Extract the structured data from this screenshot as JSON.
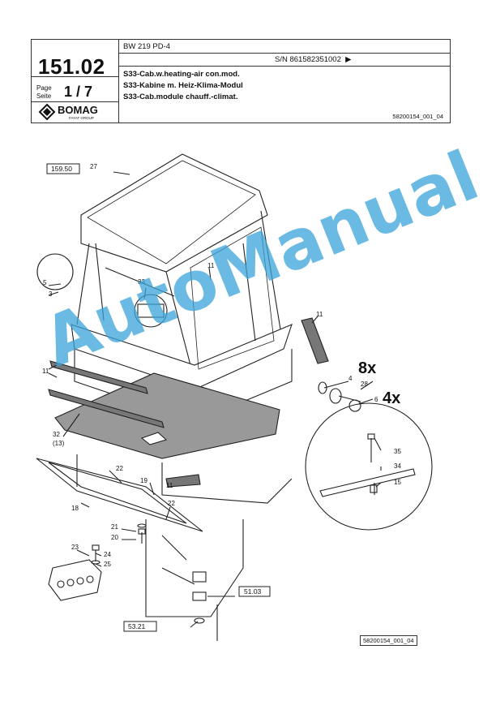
{
  "header": {
    "page_number": "151.02",
    "page_label_en": "Page",
    "page_label_de": "Seite",
    "page_of": "1 / 7",
    "brand": "BOMAG",
    "brand_sub": "FAYAT GROUP",
    "model": "BW 219 PD-4",
    "serial": "S/N 861582351002",
    "title_en": "S33-Cab.w.heating-air con.mod.",
    "title_de": "S33-Kabine m. Heiz-Klima-Modul",
    "title_fr": "S33-Cab.module chauff.-climat.",
    "doc_id": "58200154_001_04"
  },
  "drawing": {
    "ref_boxes": [
      "159.50",
      "51.03",
      "53.21"
    ],
    "callouts": [
      "27",
      "33",
      "11",
      "11",
      "11",
      "11",
      "5",
      "3",
      "4",
      "28",
      "6",
      "32",
      "(13)",
      "22",
      "22",
      "19",
      "18",
      "21",
      "20",
      "23",
      "24",
      "25",
      "35",
      "34",
      "15"
    ],
    "multipliers": [
      "8x",
      "4x"
    ],
    "bottom_id": "58200154_001_04"
  },
  "watermark": "AutoManual"
}
